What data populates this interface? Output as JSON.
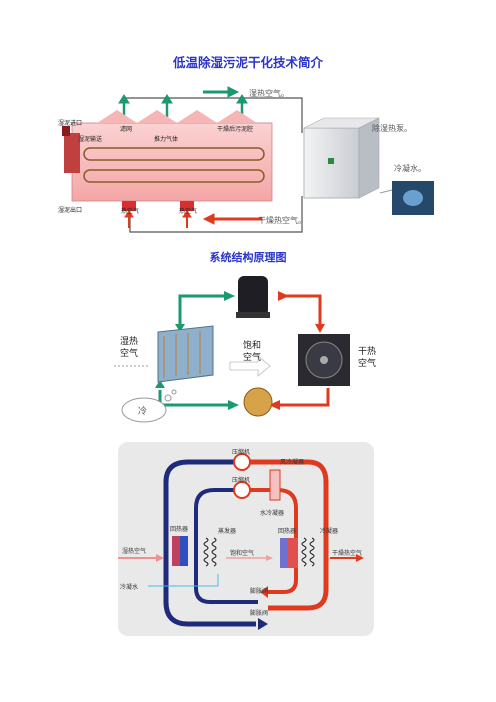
{
  "page": {
    "title": "低温除湿污泥干化技术简介",
    "subtitle": "系统结构原理图"
  },
  "fig1": {
    "humid_air": "湿热空气。",
    "dehumidifier": "除湿热泵。",
    "cooling_water": "冷凝水。",
    "dry_hot_air": "干燥热空气。",
    "sludge_inlet": "湿泥进口",
    "sludge_outlet": "湿泥出口",
    "distributor": "湿泥输送",
    "filter": "滤网",
    "fan": "推力气体",
    "dry_filter": "干燥后污泥腔",
    "hot_air_1": "热空气",
    "hot_air_2": "热空气"
  },
  "fig2": {
    "humid_cold": "湿热\n空气",
    "saturated": "饱和\n空气",
    "dry_hot": "干热\n空气",
    "cold": "冷"
  },
  "fig3": {
    "compressor1": "压缩机",
    "compressor2": "压缩机",
    "air_condenser": "风冷凝器",
    "water_condenser": "水冷凝器",
    "regenerator_left": "回热器",
    "evaporator": "蒸发器",
    "regenerator_right": "回热器",
    "condenser": "冷凝器",
    "humid_air_in": "湿热空气",
    "saturated_air": "饱和空气",
    "dry_air_out": "干燥热空气",
    "cond_water": "冷凝水",
    "exp_valve1": "膨胀阀",
    "exp_valve2": "膨胀阀"
  },
  "colors": {
    "title": "#2b35c8",
    "red": "#e03a1e",
    "green": "#1a9a6e",
    "blue": "#2040a0"
  }
}
